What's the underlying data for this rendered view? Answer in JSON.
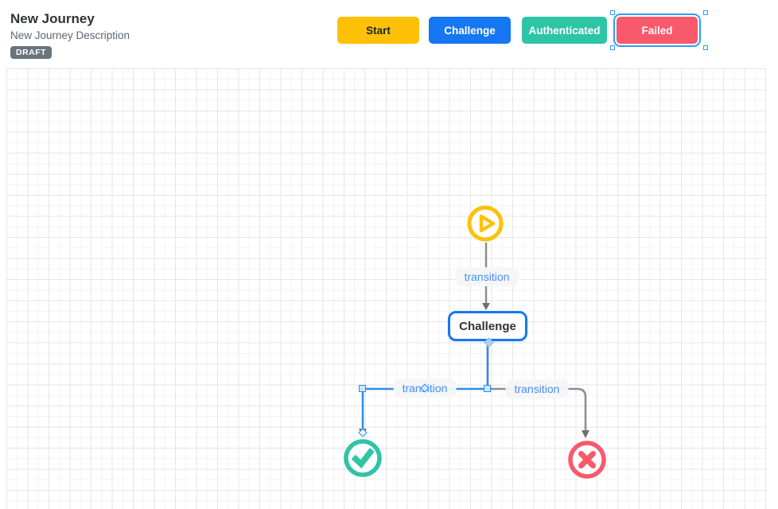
{
  "header": {
    "title": "New Journey",
    "description": "New Journey Description",
    "status_badge": "DRAFT"
  },
  "toolbar": {
    "buttons": [
      {
        "label": "Start",
        "color": "#FFC107",
        "text_color": "#212529",
        "selected": false
      },
      {
        "label": "Challenge",
        "color": "#1677F2",
        "text_color": "#FFFFFF",
        "selected": false
      },
      {
        "label": "Authenticated",
        "color": "#2EC4A6",
        "text_color": "#FFFFFF",
        "selected": false
      },
      {
        "label": "Failed",
        "color": "#F8596B",
        "text_color": "#FFFFFF",
        "selected": true
      }
    ]
  },
  "canvas": {
    "grid": {
      "visible": true,
      "minor_color": "#f2f2f2",
      "major_color": "#e6e6e6"
    },
    "nodes": [
      {
        "id": "start",
        "type": "start",
        "icon": "play-icon",
        "color": "#FFC107"
      },
      {
        "id": "challenge",
        "type": "state",
        "label": "Challenge",
        "border_color": "#1677F2"
      },
      {
        "id": "authenticated",
        "type": "success",
        "icon": "check-icon",
        "color": "#2EC4A6"
      },
      {
        "id": "failed",
        "type": "failure",
        "icon": "x-icon",
        "color": "#F8596B"
      }
    ],
    "edges": [
      {
        "from": "start",
        "to": "challenge",
        "label": "transition",
        "selected": false
      },
      {
        "from": "challenge",
        "to": "authenticated",
        "label": "transition",
        "selected": true
      },
      {
        "from": "challenge",
        "to": "failed",
        "label": "transition",
        "selected": false
      }
    ],
    "edge_colors": {
      "default": "#8d8d8d",
      "selected": "#2d8cf0",
      "label_text": "#4a90f5"
    }
  }
}
